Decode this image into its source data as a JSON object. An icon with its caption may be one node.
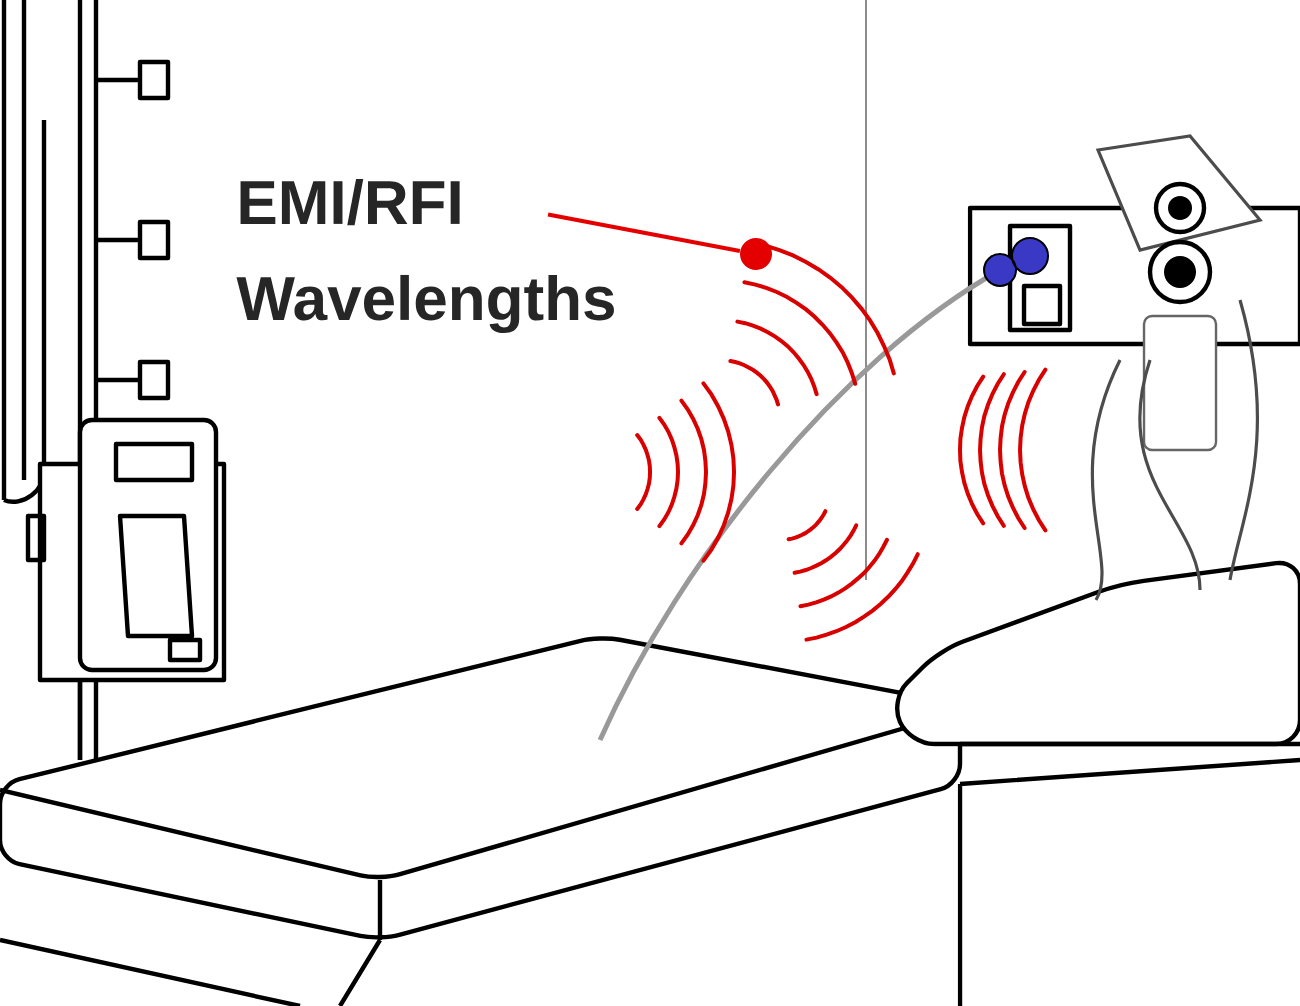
{
  "diagram": {
    "nodes": [
      {
        "text": [
          "EMI/RFI Wavelengths"
        ]
      },
      {
        "text": [],
        "shape": "circle"
      }
    ],
    "edges": [
      {
        "from": 0,
        "to": 1,
        "arrow": "none"
      }
    ]
  }
}
